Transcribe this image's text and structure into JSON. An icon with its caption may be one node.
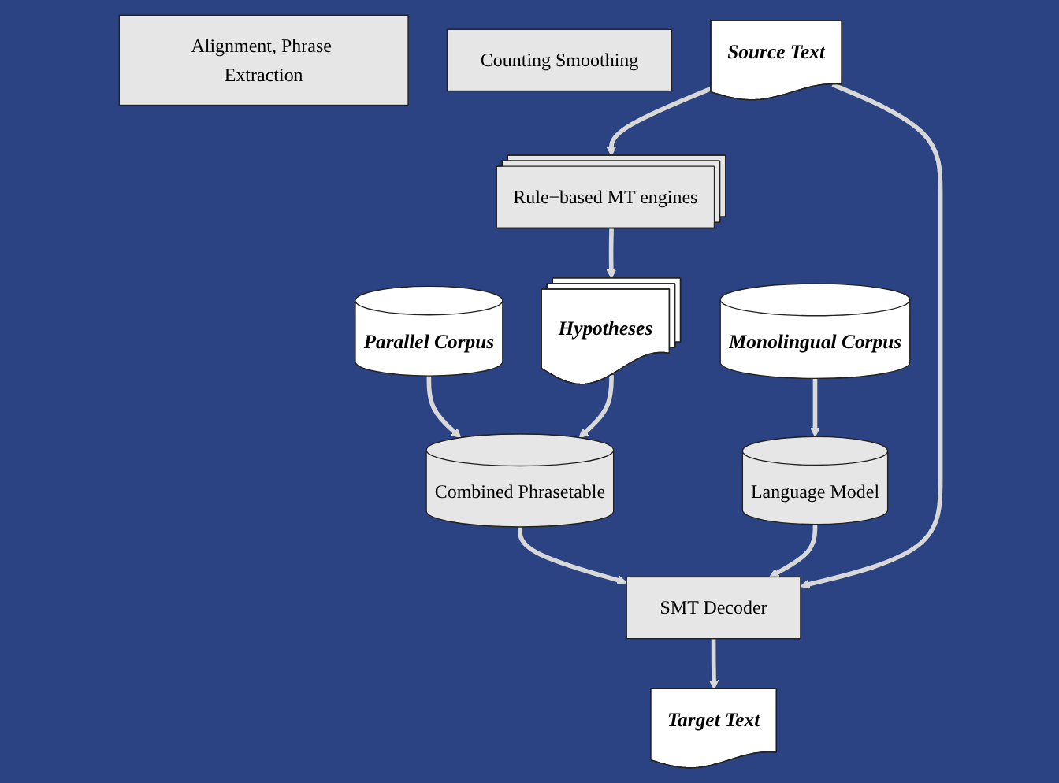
{
  "diagram": {
    "nodes": [
      {
        "text": [
          "Parallel Corpus"
        ]
      },
      {
        "text": [
          "Monolingual Corpus"
        ]
      },
      {
        "text": [
          "Alignment, Phrase Extraction"
        ]
      },
      {
        "text": [
          "Combined Phrasetable"
        ]
      },
      {
        "text": [
          "Counting Smoothing"
        ]
      },
      {
        "text": [
          "Language Model"
        ]
      },
      {
        "text": [
          "Hypotheses"
        ]
      },
      {
        "text": [
          "SMT Decoder"
        ]
      },
      {
        "text": [
          "Target Text"
        ]
      },
      {
        "text": [
          "Rule−based MT engines"
        ]
      },
      {
        "text": [
          "Source Text"
        ]
      }
    ],
    "edges": [
      {
        "from": 0,
        "to": 3,
        "arrow": "to"
      },
      {
        "from": 1,
        "to": 5,
        "arrow": "to"
      },
      {
        "from": 6,
        "to": 3,
        "arrow": "to"
      },
      {
        "from": 3,
        "to": 7,
        "arrow": "to"
      },
      {
        "from": 5,
        "to": 7,
        "arrow": "to"
      },
      {
        "from": 7,
        "to": 8,
        "arrow": "to"
      },
      {
        "from": 10,
        "to": 7,
        "arrow": "to"
      },
      {
        "from": 10,
        "to": 9,
        "arrow": "to"
      },
      {
        "from": 9,
        "to": 6,
        "arrow": "to"
      }
    ]
  }
}
